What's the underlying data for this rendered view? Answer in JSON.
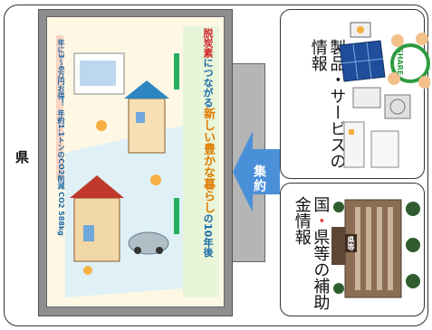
{
  "diagram": {
    "prefecture_label": "県",
    "board": {
      "title_prefix": "脱炭素",
      "title_middle": "につながる",
      "title_main": "新しい豊かな暮らし",
      "title_suffix": "の10年後",
      "subtitle": "年に3〜6万円お得！ 年約1.1トンのCO2削減 CO2 588kg"
    },
    "arrow_label": "集約",
    "products_box_label": "製品・サービスの情報",
    "subsidy_box_label_parts": [
      "国",
      "・",
      "県等の補助金情報"
    ],
    "building_sign": "県等",
    "share_badge": "SHARE"
  },
  "colors": {
    "arrow": "#4a90d9",
    "board_frame": "#8e8e8e",
    "board_background": "#fdf7e4",
    "title_blue": "#1c6aa8",
    "accent_red": "#d2262c",
    "share_badge": "#2e9b3f"
  }
}
